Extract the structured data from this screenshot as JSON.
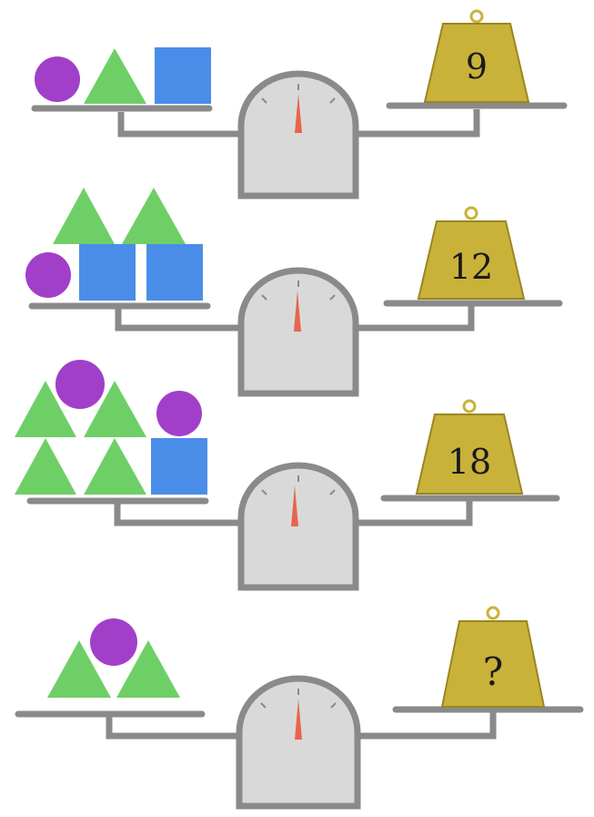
{
  "colors": {
    "circle": "#a23fc9",
    "triangle": "#6fcf67",
    "square": "#4a8de8",
    "weight": "#c9b23a",
    "weight_stroke": "#9a8622",
    "scale_gray": "#8a8a8a",
    "dial_fill": "#d9d9d9",
    "needle": "#e8654a",
    "text": "#1a1a1a"
  },
  "puzzles": [
    {
      "id": "row-1",
      "weight_label": "9"
    },
    {
      "id": "row-2",
      "weight_label": "12"
    },
    {
      "id": "row-3",
      "weight_label": "18"
    },
    {
      "id": "row-4",
      "weight_label": "?"
    }
  ]
}
